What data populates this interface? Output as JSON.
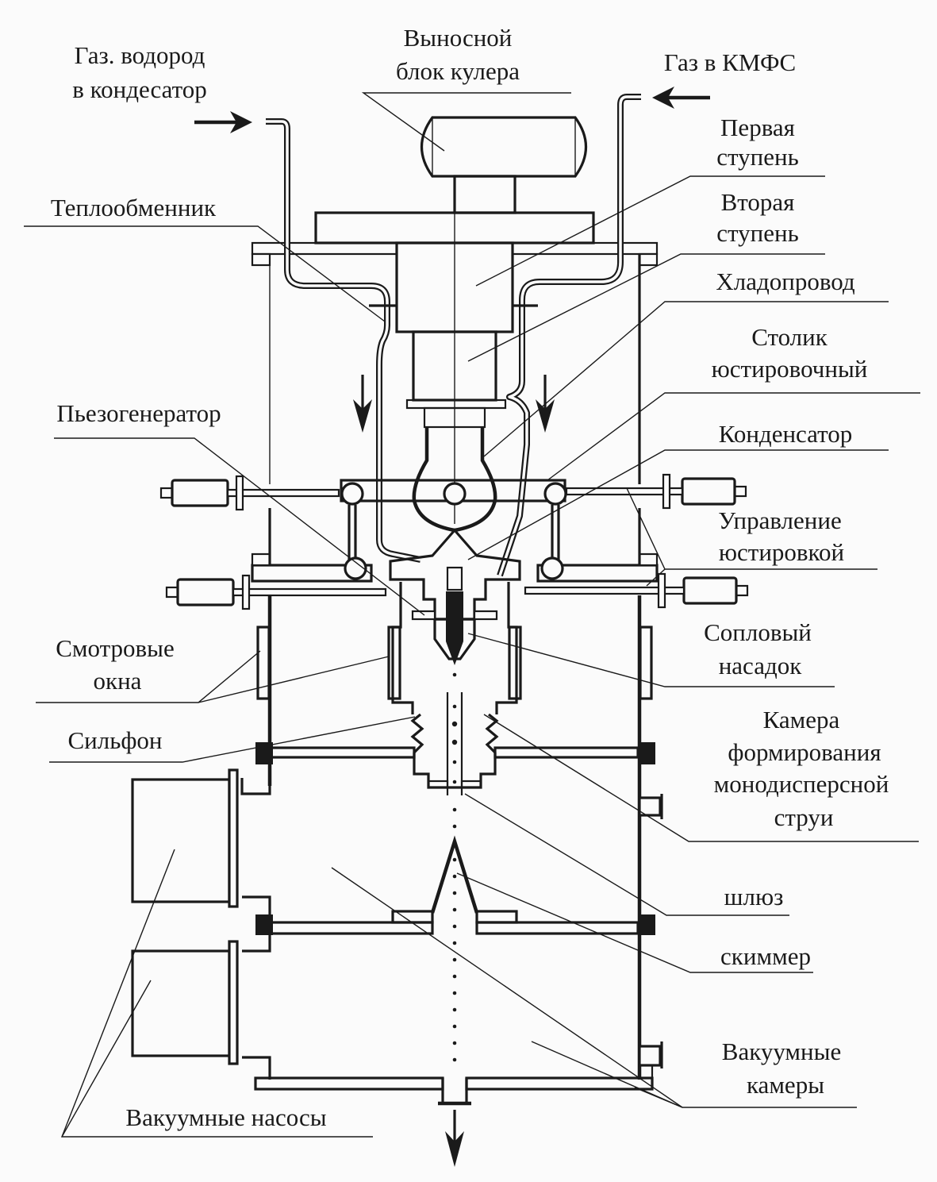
{
  "title": "Схема установки формирования монодисперсной струи",
  "colors": {
    "ink": "#1a1a1a",
    "background": "#fbfbfb"
  },
  "labels": {
    "gas_hydrogen": [
      "Газ. водород",
      "в кондесатор"
    ],
    "remote_block": [
      "Выносной",
      "блок кулера"
    ],
    "gas_kmfs": [
      "Газ в КМФС"
    ],
    "first_stage": [
      "Первая",
      "ступень"
    ],
    "heat_exchanger": [
      "Теплообменник"
    ],
    "second_stage": [
      "Вторая",
      "ступень"
    ],
    "cold_duct": [
      "Хладопровод"
    ],
    "alignment_table": [
      "Столик",
      "юстировочный"
    ],
    "piezo_generator": [
      "Пьезогенератор"
    ],
    "condenser": [
      "Конденсатор"
    ],
    "alignment_control": [
      "Управление",
      "юстировкой"
    ],
    "viewing_windows": [
      "Смотровые",
      "окна"
    ],
    "nozzle": [
      "Сопловый",
      "насадок"
    ],
    "bellows": [
      "Сильфон"
    ],
    "jet_chamber": [
      "Камера",
      "формирования",
      "монодисперсной",
      "струи"
    ],
    "lock": [
      "шлюз"
    ],
    "skimmer": [
      "скиммер"
    ],
    "vacuum_chambers": [
      "Вакуумные",
      "камеры"
    ],
    "vacuum_pumps": [
      "Вакуумные насосы"
    ]
  },
  "arrows": {
    "gas_in_left": "inflow-arrow",
    "gas_in_right": "inflow-arrow",
    "flow_down_left": "down-arrow",
    "flow_down_right": "down-arrow",
    "exhaust": "down-arrow"
  }
}
